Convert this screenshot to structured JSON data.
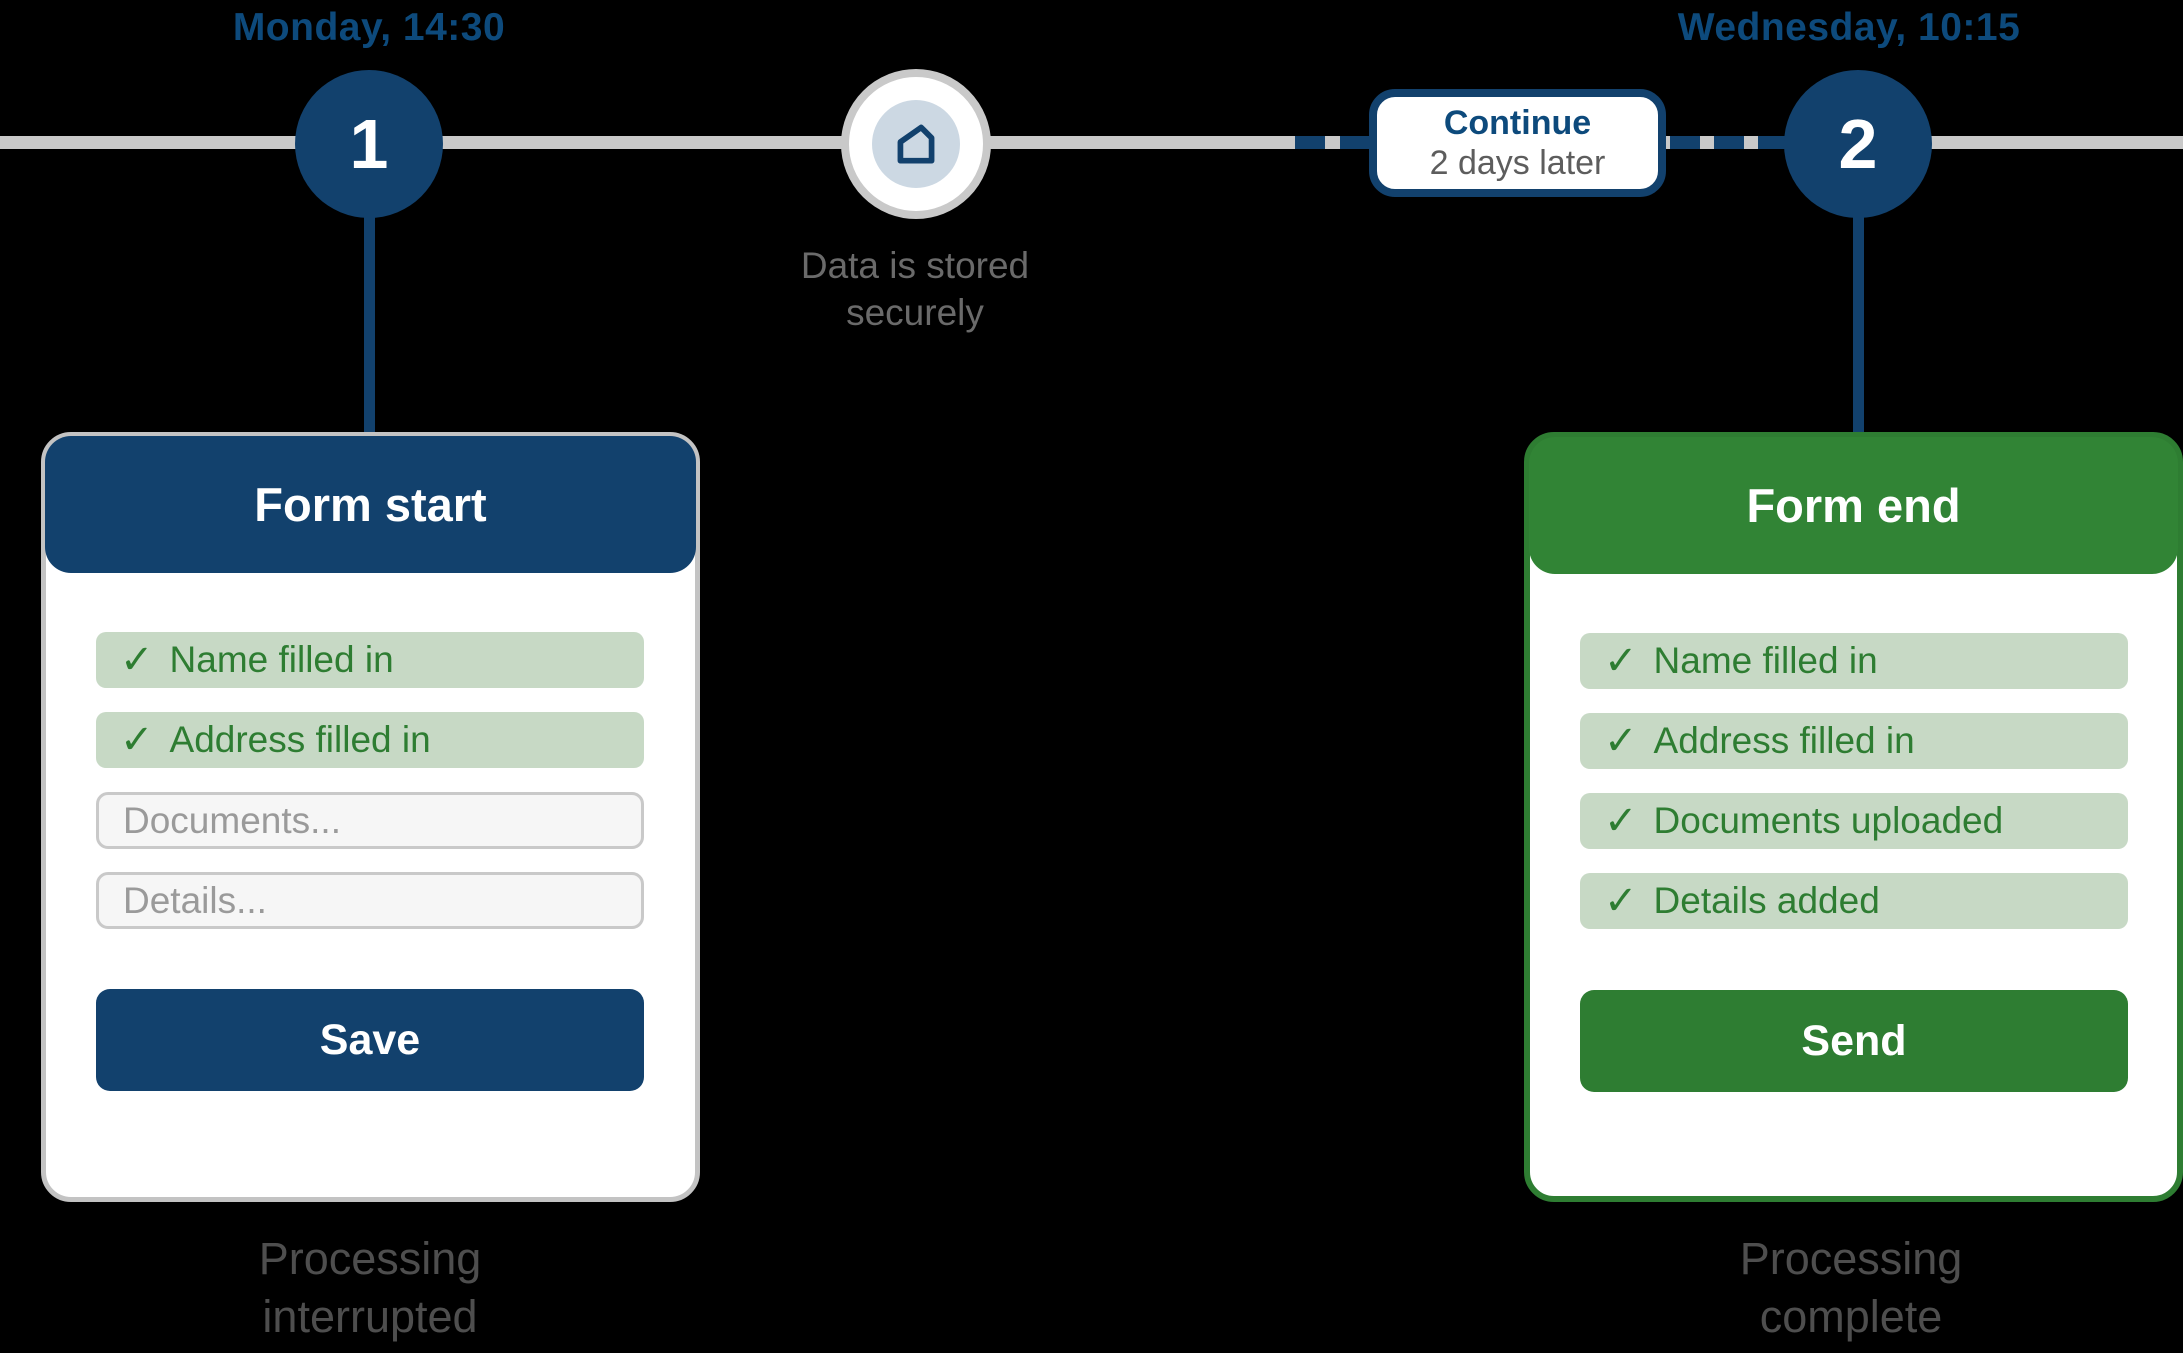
{
  "timeline": {
    "start_time": "Monday, 14:30",
    "end_time": "Wednesday, 10:15",
    "step1_number": "1",
    "step2_number": "2",
    "storage_caption_line1": "Data is stored",
    "storage_caption_line2": "securely",
    "continue_label": "Continue",
    "continue_sublabel": "2 days later"
  },
  "form_start": {
    "title": "Form start",
    "items": [
      {
        "label": "Name filled in",
        "checked": true
      },
      {
        "label": "Address filled in",
        "checked": true
      }
    ],
    "inputs": [
      {
        "placeholder": "Documents..."
      },
      {
        "placeholder": "Details..."
      }
    ],
    "button_label": "Save",
    "status_line1": "Processing",
    "status_line2": "interrupted"
  },
  "form_end": {
    "title": "Form end",
    "items": [
      {
        "label": "Name filled in",
        "checked": true
      },
      {
        "label": "Address filled in",
        "checked": true
      },
      {
        "label": "Documents uploaded",
        "checked": true
      },
      {
        "label": "Details added",
        "checked": true
      }
    ],
    "button_label": "Send",
    "status_line1": "Processing",
    "status_line2": "complete"
  },
  "ui": {
    "check_glyph": "✓"
  },
  "colors": {
    "navy": "#12416d",
    "navy_text": "#0d4a7c",
    "green_header": "#318435",
    "green": "#2e7d32",
    "light_green": "#c7d9c5",
    "timeline_gray": "#c9c9c9",
    "badge_inner_blue": "#ccd8e3",
    "caption_gray": "#6a6a6a",
    "status_gray": "#4e4e4e",
    "background": "#000000"
  }
}
